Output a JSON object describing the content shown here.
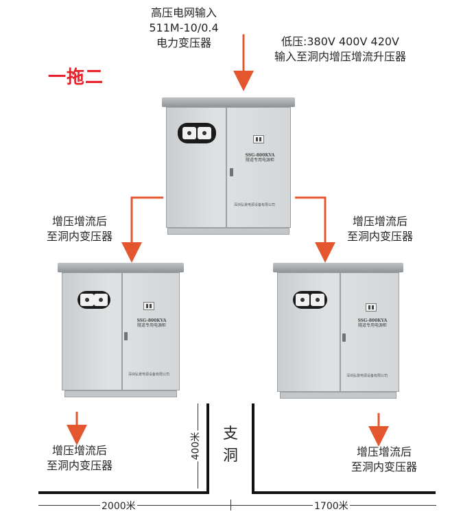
{
  "badge": "一拖二",
  "top_source": {
    "line1": "高压电网输入",
    "line2": "511M-10/0.4",
    "line3": "电力变压器"
  },
  "low_voltage": {
    "line1": "低压:380V 400V 420V",
    "line2": "输入至洞内增压增流升压器"
  },
  "left_branch": {
    "line1": "增压增流后",
    "line2": "至洞内变压器"
  },
  "right_branch": {
    "line1": "增压增流后",
    "line2": "至洞内变压器"
  },
  "left_output": {
    "line1": "增压增流后",
    "line2": "至洞内变压器"
  },
  "right_output": {
    "line1": "增压增流后",
    "line2": "至洞内变压器"
  },
  "tunnel_label": [
    "支",
    "洞"
  ],
  "depth_label": "400米",
  "left_distance": "2000米",
  "right_distance": "1700米",
  "cabinet": {
    "model": "SSG-800KVA",
    "subtitle": "隧道专用电源柜",
    "maker": "深圳弘景电源设备有限公司"
  },
  "colors": {
    "arrow": "#e4572e",
    "badge": "#e8202a"
  }
}
